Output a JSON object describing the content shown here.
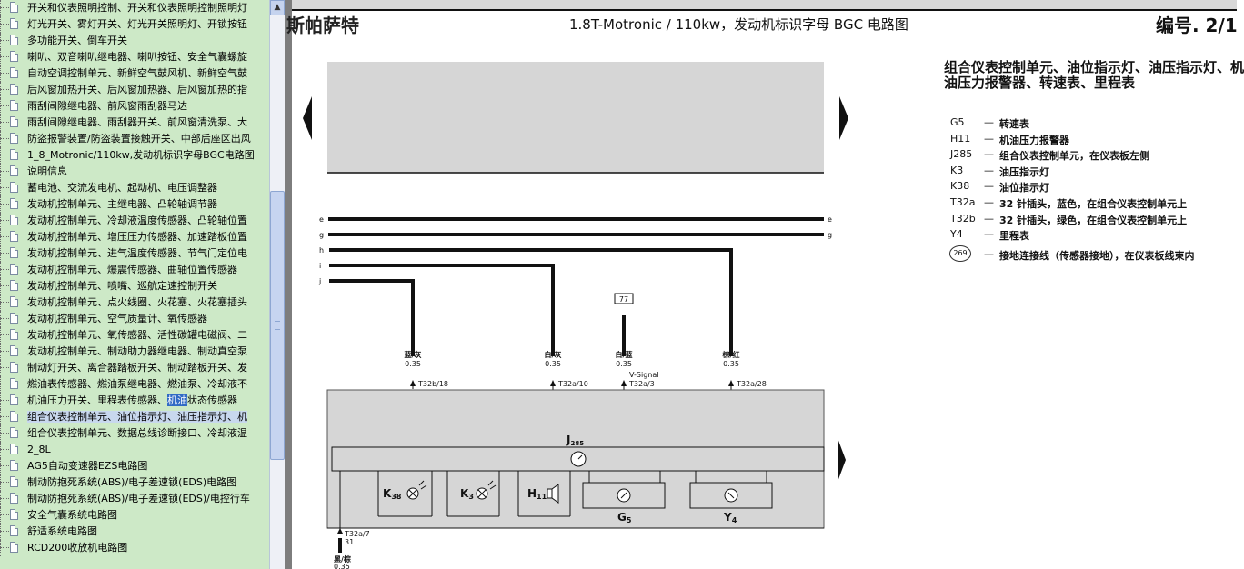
{
  "tree": {
    "items": [
      {
        "label": "开关和仪表照明控制、开关和仪表照明控制照明灯"
      },
      {
        "label": "灯光开关、雾灯开关、灯光开关照明灯、开锁按钮"
      },
      {
        "label": "多功能开关、倒车开关"
      },
      {
        "label": "喇叭、双音喇叭继电器、喇叭按钮、安全气囊螺旋"
      },
      {
        "label": "自动空调控制单元、新鲜空气鼓风机、新鲜空气鼓"
      },
      {
        "label": "后风窗加热开关、后风窗加热器、后风窗加热的指"
      },
      {
        "label": "雨刮间隙继电器、前风窗雨刮器马达"
      },
      {
        "label": "雨刮间隙继电器、雨刮器开关、前风窗清洗泵、大"
      },
      {
        "label": "防盗报警装置/防盗装置接触开关、中部后座区出风"
      },
      {
        "label": "1_8_Motronic/110kw,发动机标识字母BGC电路图"
      },
      {
        "label": "说明信息"
      },
      {
        "label": "蓄电池、交流发电机、起动机、电压调整器"
      },
      {
        "label": "发动机控制单元、主继电器、凸轮轴调节器"
      },
      {
        "label": "发动机控制单元、冷却液温度传感器、凸轮轴位置"
      },
      {
        "label": "发动机控制单元、增压压力传感器、加速踏板位置"
      },
      {
        "label": "发动机控制单元、进气温度传感器、节气门定位电"
      },
      {
        "label": "发动机控制单元、爆震传感器、曲轴位置传感器"
      },
      {
        "label": "发动机控制单元、喷嘴、巡航定速控制开关"
      },
      {
        "label": "发动机控制单元、点火线圈、火花塞、火花塞插头"
      },
      {
        "label": "发动机控制单元、空气质量计、氧传感器"
      },
      {
        "label": "发动机控制单元、氧传感器、活性碳罐电磁阀、二"
      },
      {
        "label": "发动机控制单元、制动助力器继电器、制动真空泵"
      },
      {
        "label": "制动灯开关、离合器踏板开关、制动踏板开关、发"
      },
      {
        "label": "燃油表传感器、燃油泵继电器、燃油泵、冷却液不"
      },
      {
        "pre": "机油压力开关、里程表传感器、",
        "hl": "机油",
        "post": "状态传感器"
      },
      {
        "label": "组合仪表控制单元、油位指示灯、油压指示灯、机"
      },
      {
        "label": "组合仪表控制单元、数据总线诊断接口、冷却液温"
      },
      {
        "label": "2_8L"
      },
      {
        "label": "AG5自动变速器EZS电路图"
      },
      {
        "label": "制动防抱死系统(ABS)/电子差速锁(EDS)电路图"
      },
      {
        "label": "制动防抱死系统(ABS)/电子差速锁(EDS)/电控行车"
      },
      {
        "label": "安全气囊系统电路图"
      },
      {
        "label": "舒适系统电路图"
      },
      {
        "label": "RCD200收放机电路图"
      }
    ]
  },
  "document": {
    "brand": "斯帕萨特",
    "title": "1.8T-Motronic / 110kw，发动机标识字母 BGC 电路图",
    "number": "编号. 2/1",
    "legend_title": "组合仪表控制单元、油位指示灯、油压指示灯、机油压力报警器、转速表、里程表",
    "legend": [
      {
        "code": "G5",
        "desc": "转速表"
      },
      {
        "code": "H11",
        "desc": "机油压力报警器"
      },
      {
        "code": "J285",
        "desc": "组合仪表控制单元，在仪表板左侧"
      },
      {
        "code": "K3",
        "desc": "油压指示灯"
      },
      {
        "code": "K38",
        "desc": "油位指示灯"
      },
      {
        "code": "T32a",
        "desc": "32 针插头，蓝色，在组合仪表控制单元上"
      },
      {
        "code": "T32b",
        "desc": "32 针插头，绿色，在组合仪表控制单元上"
      },
      {
        "code": "Y4",
        "desc": "里程表"
      }
    ],
    "legend_ground": {
      "code": "269",
      "desc": "接地连接线（传感器接地），在仪表板线束内"
    }
  },
  "diagram": {
    "bus_lines": [
      "e",
      "g",
      "h",
      "i",
      "j"
    ],
    "wires": [
      {
        "color": "蓝/灰",
        "gauge": "0.35",
        "pin": "T32b/18"
      },
      {
        "color": "白/灰",
        "gauge": "0.35",
        "pin": "T32a/10"
      },
      {
        "color": "白/蓝",
        "gauge": "0.35",
        "pin": "T32a/3",
        "signal": "V-Signal",
        "tag": "77"
      },
      {
        "color": "棕/红",
        "gauge": "0.35",
        "pin": "T32a/28"
      }
    ],
    "unit_label": "J",
    "unit_sub": "285",
    "components": [
      {
        "name": "K",
        "sub": "38"
      },
      {
        "name": "K",
        "sub": "3"
      },
      {
        "name": "H",
        "sub": "11"
      },
      {
        "name": "G",
        "sub": "5"
      },
      {
        "name": "Y",
        "sub": "4"
      }
    ],
    "bottom_pin": "T32a/7",
    "bottom_pin_num": "31",
    "bottom_wire": {
      "color": "黑/棕",
      "gauge": "0.35"
    }
  }
}
